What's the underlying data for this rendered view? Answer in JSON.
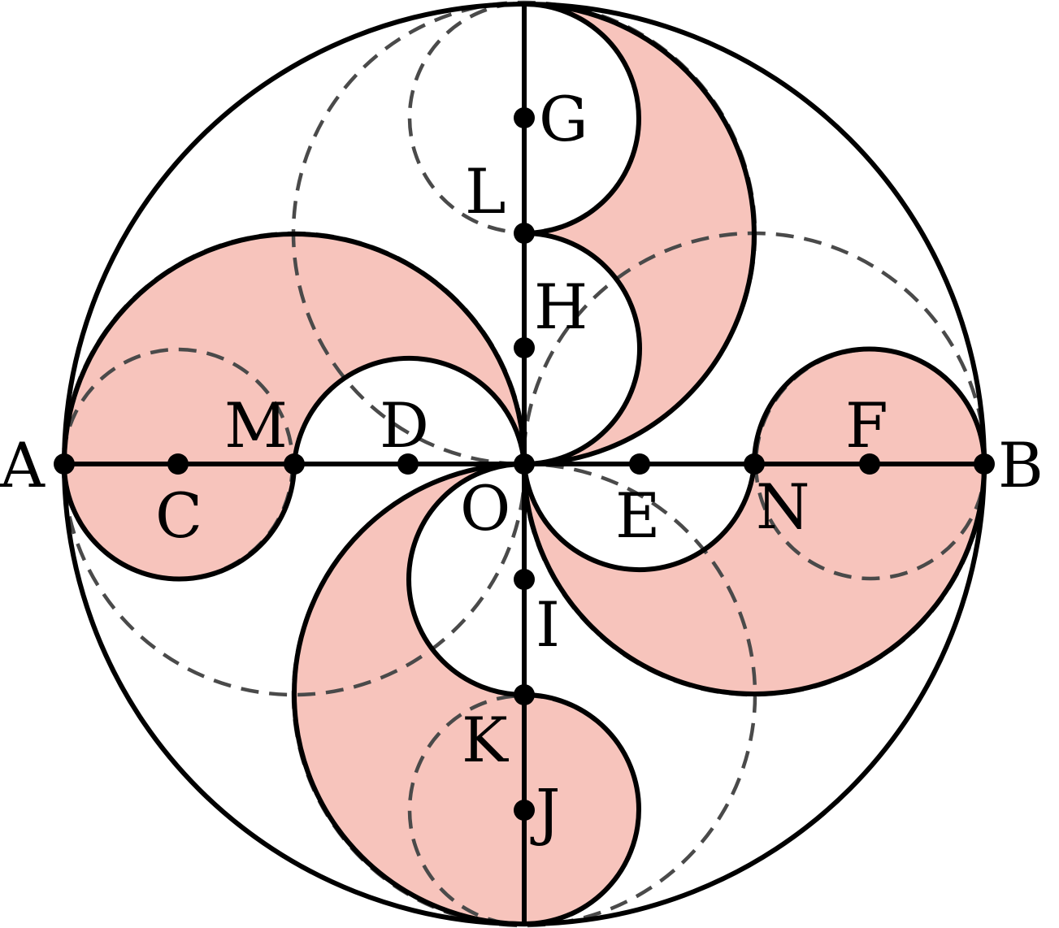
{
  "diagram": {
    "colors": {
      "fill": "#f7c4bc",
      "stroke": "#000000",
      "dashed": "#4a4a4a",
      "background": "#ffffff"
    },
    "points": [
      {
        "id": "A",
        "label": "A"
      },
      {
        "id": "B",
        "label": "B"
      },
      {
        "id": "C",
        "label": "C"
      },
      {
        "id": "D",
        "label": "D"
      },
      {
        "id": "E",
        "label": "E"
      },
      {
        "id": "F",
        "label": "F"
      },
      {
        "id": "G",
        "label": "G"
      },
      {
        "id": "H",
        "label": "H"
      },
      {
        "id": "I",
        "label": "I"
      },
      {
        "id": "J",
        "label": "J"
      },
      {
        "id": "K",
        "label": "K"
      },
      {
        "id": "L",
        "label": "L"
      },
      {
        "id": "M",
        "label": "M"
      },
      {
        "id": "N",
        "label": "N"
      },
      {
        "id": "O",
        "label": "O"
      }
    ]
  }
}
